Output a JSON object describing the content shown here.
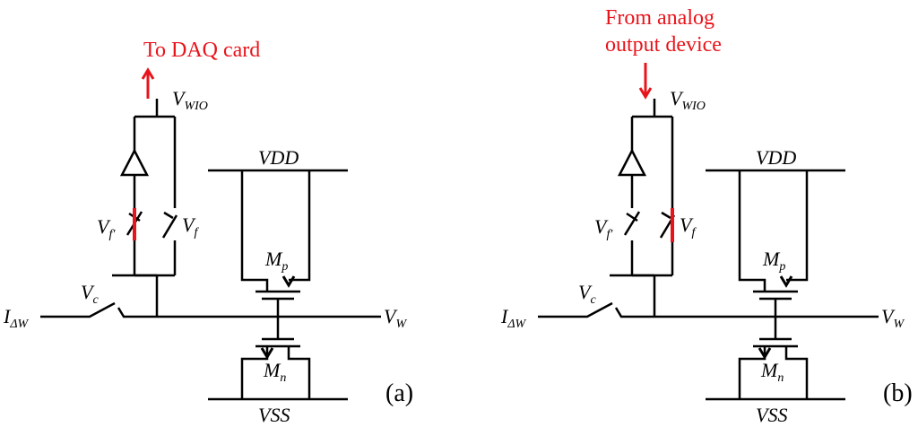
{
  "colors": {
    "wire": "#000000",
    "accent": "#e8141b"
  },
  "panels": [
    {
      "id": "a",
      "caption": "(a)",
      "io_lines": [
        "To DAQ card"
      ],
      "io_direction": "up",
      "active_switch": "vf_prime",
      "labels": {
        "vwio": "V",
        "vwio_sub": "WIO",
        "vf_prime": "V",
        "vf_prime_sub": "f'",
        "vf": "V",
        "vf_sub": "f",
        "vc": "V",
        "vc_sub": "c",
        "idw": "I",
        "idw_sub": "ΔW",
        "vw": "V",
        "vw_sub": "W",
        "vdd": "VDD",
        "vss": "VSS",
        "mp": "M",
        "mp_sub": "p",
        "mn": "M",
        "mn_sub": "n"
      }
    },
    {
      "id": "b",
      "caption": "(b)",
      "io_lines": [
        "From analog",
        "output device"
      ],
      "io_direction": "down",
      "active_switch": "vf",
      "labels": {
        "vwio": "V",
        "vwio_sub": "WIO",
        "vf_prime": "V",
        "vf_prime_sub": "f'",
        "vf": "V",
        "vf_sub": "f",
        "vc": "V",
        "vc_sub": "c",
        "idw": "I",
        "idw_sub": "ΔW",
        "vw": "V",
        "vw_sub": "W",
        "vdd": "VDD",
        "vss": "VSS",
        "mp": "M",
        "mp_sub": "p",
        "mn": "M",
        "mn_sub": "n"
      }
    }
  ]
}
